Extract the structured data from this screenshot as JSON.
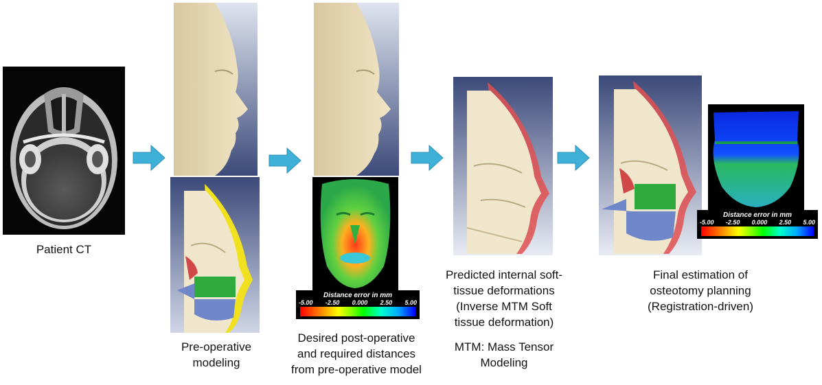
{
  "captions": {
    "patient_ct": "Patient CT",
    "preop_line1": "Pre-operative",
    "preop_line2": "modeling",
    "desired_line1": "Desired post-operative",
    "desired_line2": "and required distances",
    "desired_line3": "from pre-operative model",
    "predicted_line1": "Predicted internal soft-",
    "predicted_line2": "tissue deformations",
    "predicted_line3": "(Inverse MTM Soft",
    "predicted_line4": "tissue deformation)",
    "mtm_line1": "MTM: Mass Tensor",
    "mtm_line2": "Modeling",
    "final_line1": "Final estimation of",
    "final_line2": "osteotomy planning",
    "final_line3": "(Registration-driven)"
  },
  "colorbar": {
    "title": "Distance error in mm",
    "ticks": [
      "-5.00",
      "-2.50",
      "0.000",
      "2.50",
      "5.00"
    ]
  },
  "colors": {
    "arrow": "#3fb0d8",
    "skin": "#e8d8b4",
    "bone": "#efe6cc",
    "soft_tissue_red": "#e05050",
    "soft_tissue_yellow": "#f0e020",
    "maxilla_green": "#2faa3f",
    "mandible_blue": "#6f86c8",
    "panel_bg_top": "#4a5a8a",
    "panel_bg_bottom": "#ffffff"
  }
}
